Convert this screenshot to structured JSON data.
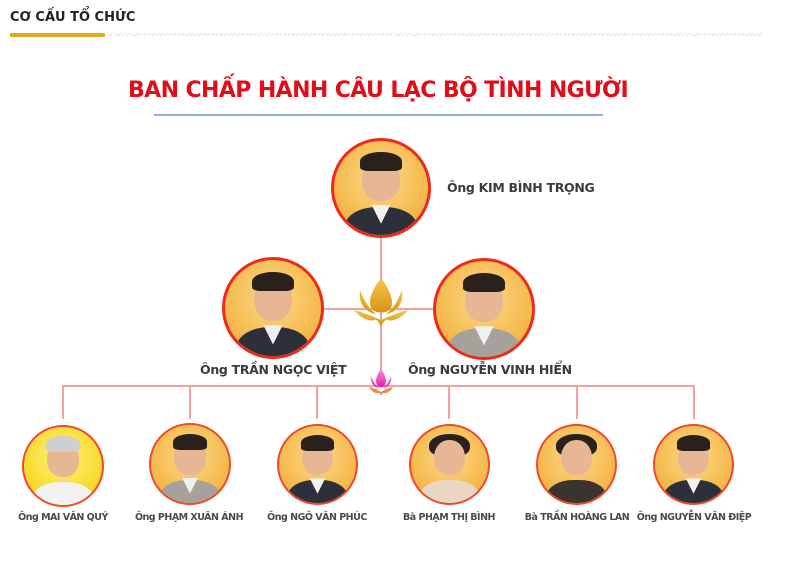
{
  "section": {
    "title": "CƠ CẤU TỔ CHỨC",
    "accent_color": "#e6a817"
  },
  "chart": {
    "title": "BAN CHẤP HÀNH CÂU LẠC BỘ TÌNH NGƯỜI",
    "title_color": "#e10d1a",
    "connector_color": "#f4a1a1",
    "ring_color": "#ee2a1c"
  },
  "chairman": {
    "name": "Ông KIM BÌNH TRỌNG"
  },
  "vice_chairmen": [
    {
      "name": "Ông TRẦN NGỌC VIỆT"
    },
    {
      "name": "Ông NGUYỄN VINH HIỂN"
    }
  ],
  "members": [
    {
      "name": "Ông MAI VĂN QUÝ"
    },
    {
      "name": "Ông PHẠM XUÂN ÁNH"
    },
    {
      "name": "Ông NGÔ VĂN PHÚC"
    },
    {
      "name": "Bà PHẠM THỊ BÌNH"
    },
    {
      "name": "Bà TRẦN HOÀNG LAN"
    },
    {
      "name": "Ông NGUYỄN VĂN ĐIỆP"
    }
  ],
  "icons": {
    "gold_lotus": "lotus-gold-icon",
    "pink_lotus": "lotus-pink-icon"
  }
}
